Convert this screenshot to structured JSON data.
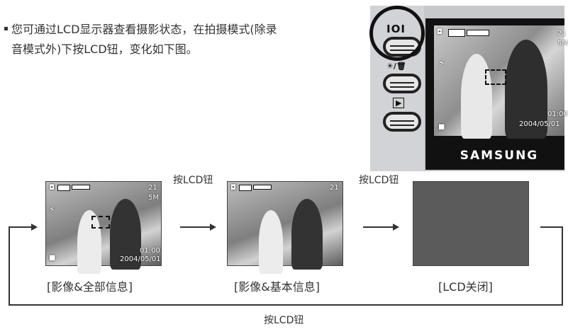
{
  "intro": {
    "line1": "您可通过LCD显示器查看摄影状态，在拍摄模式(除录",
    "line2": "音模式外)下按LCD钮，变化如下图。"
  },
  "camera": {
    "brand": "SAMSUNG",
    "ioi_icon_label": "IOI",
    "osd_count": "21",
    "osd_size": "5M",
    "osd_time": "01:00",
    "osd_date": "2004/05/01"
  },
  "flow": {
    "button_label_1": "按LCD钮",
    "button_label_2": "按LCD钮",
    "button_label_bottom": "按LCD钮",
    "states": [
      {
        "label": "[影像&全部信息]",
        "count": "21",
        "size": "5M",
        "time": "01:00",
        "date": "2004/05/01"
      },
      {
        "label": "[影像&基本信息]",
        "count": "21"
      },
      {
        "label": "[LCD关闭]"
      }
    ]
  }
}
